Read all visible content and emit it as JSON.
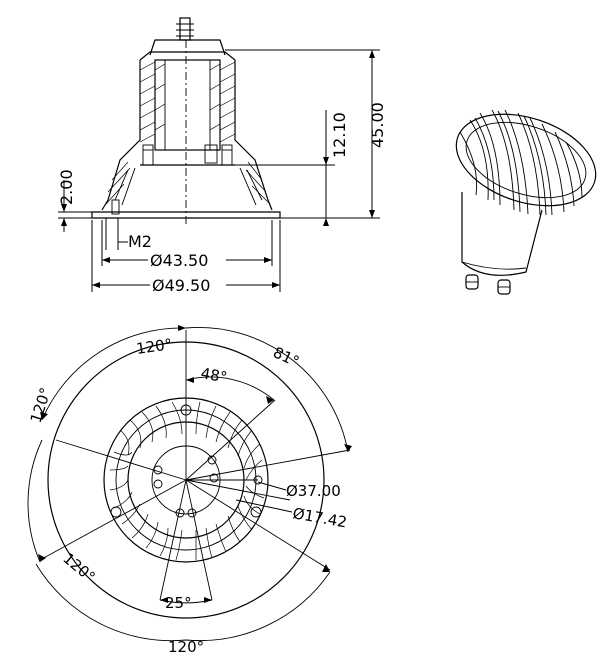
{
  "side_view": {
    "dim_height_total": "45.00",
    "dim_height_inner": "12.10",
    "dim_flange": "2.00",
    "dim_thread": "M2",
    "dim_inner_diameter": "Ø43.50",
    "dim_outer_diameter": "Ø49.50"
  },
  "top_view": {
    "angle_120_top": "120°",
    "angle_120_left": "120°",
    "angle_120_bottom_left": "120°",
    "angle_120_bottom": "120°",
    "angle_81": "81°",
    "angle_48": "48°",
    "angle_25": "25°",
    "dim_diameter_large": "Ø37.00",
    "dim_diameter_small": "Ø17.42"
  }
}
